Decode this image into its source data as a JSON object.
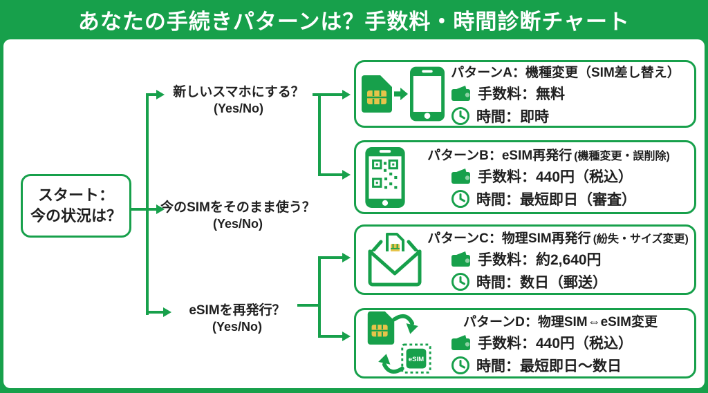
{
  "colors": {
    "green": "#17a04b",
    "chip_yellow": "#e6c44a",
    "text": "#1f1f1f",
    "background_panel": "#ffffff"
  },
  "header": {
    "title": "あなたの手続きパターンは？手数料・時間診断チャート"
  },
  "start_box": {
    "line1": "スタート：",
    "line2": "今の状況は？"
  },
  "questions": [
    {
      "label": "新しいスマホにする？",
      "sub": "(Yes/No)"
    },
    {
      "label": "今のSIMをそのまま使う？",
      "sub": "(Yes/No)"
    },
    {
      "label": "eSIMを再発行？",
      "sub": "(Yes/No)"
    }
  ],
  "patterns": [
    {
      "id": "A",
      "title": "パターンA：機種変更（SIM差し替え）",
      "note": "",
      "fee": "手数料：無料",
      "time": "時間：即時",
      "icon": "sim-to-smartphone"
    },
    {
      "id": "B",
      "title": "パターンB：eSIM再発行",
      "note": "(機種変更・誤削除)",
      "fee": "手数料：440円（税込）",
      "time": "時間：最短即日（審査）",
      "icon": "smartphone-qr-code"
    },
    {
      "id": "C",
      "title": "パターンC：物理SIM再発行",
      "note": "(紛失・サイズ変更)",
      "fee": "手数料：約2,640円",
      "time": "時間：数日（郵送）",
      "icon": "envelope-sim-card"
    },
    {
      "id": "D",
      "title": "パターンD：物理SIM⇔eSIM変更",
      "note": "",
      "fee": "手数料：440円（税込）",
      "time": "時間：最短即日～数日",
      "icon": "sim-esim-swap"
    }
  ],
  "icons": {
    "d_esim_chip_label": "eSIM"
  }
}
